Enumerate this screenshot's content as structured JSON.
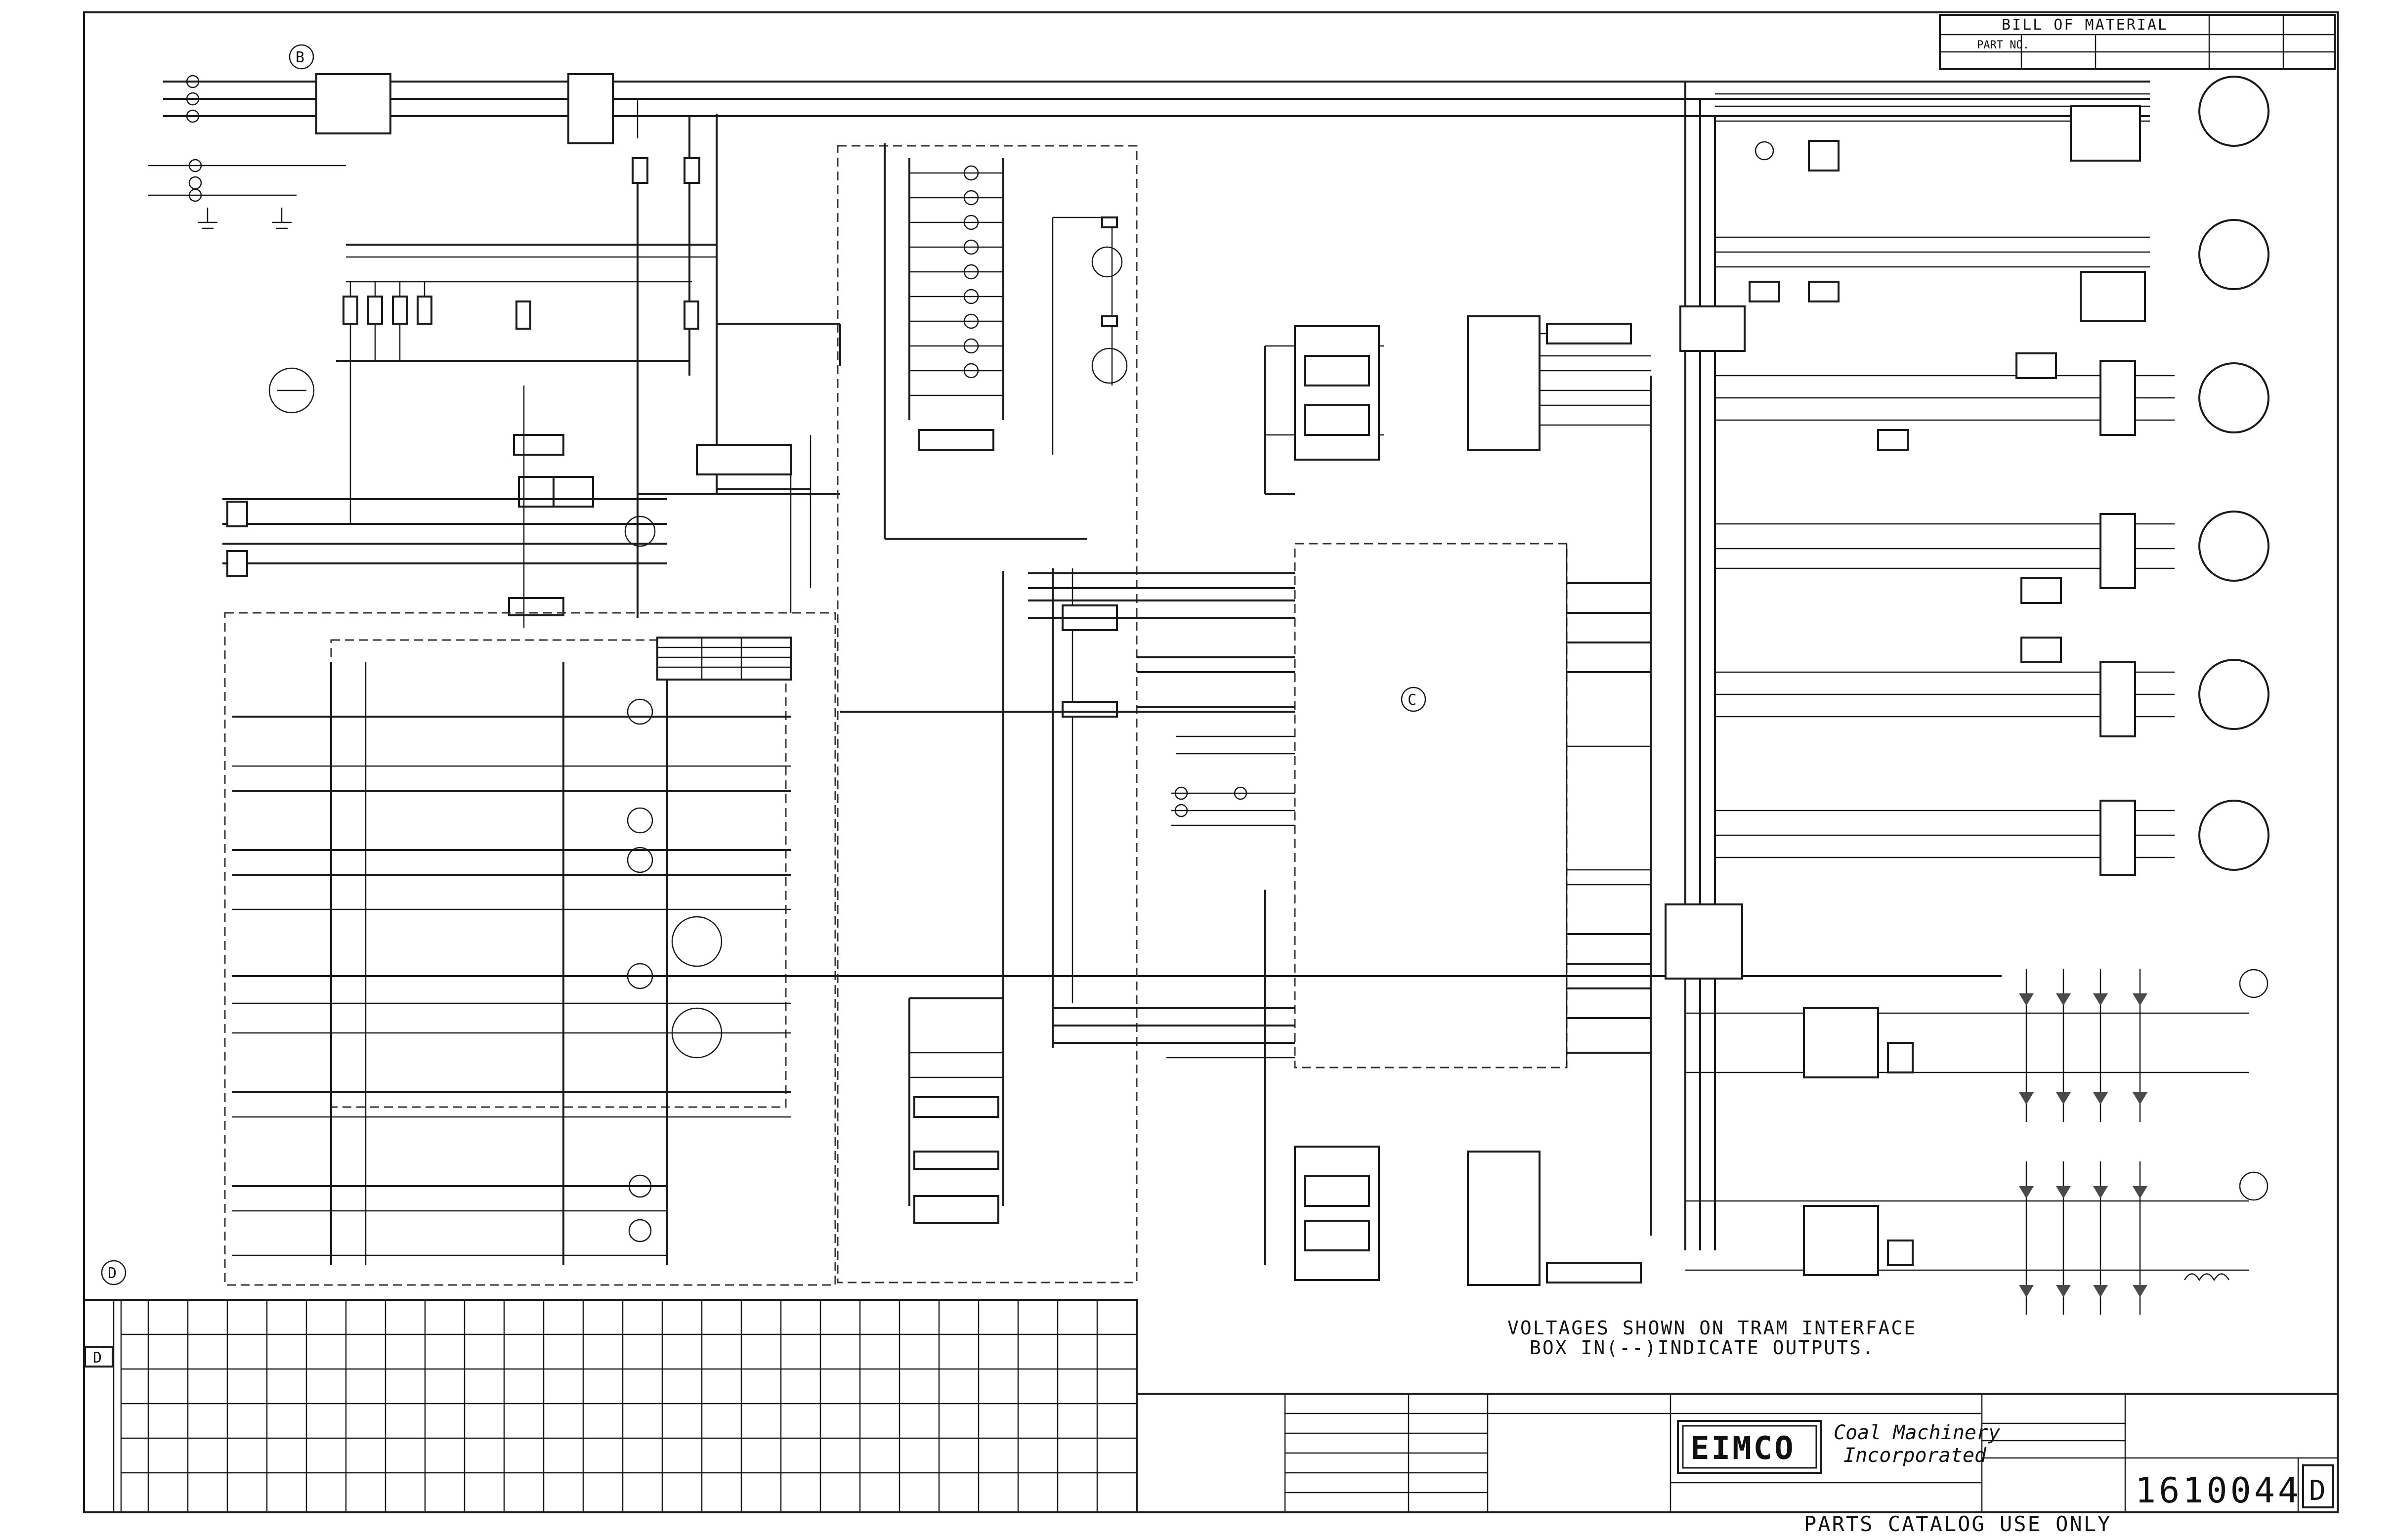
{
  "title_block": {
    "company_logo": "EIMCO",
    "company_name_1": "Coal Machinery",
    "company_name_2": "Incorporated",
    "drawing_number": "1610044",
    "revision": "D",
    "revision_marker": "D"
  },
  "bill_of_material": {
    "title": "BILL OF MATERIAL",
    "part_no_label": "PART NO."
  },
  "notes": {
    "voltage_line1": "VOLTAGES SHOWN ON TRAM INTERFACE",
    "voltage_line2": "BOX IN(--)INDICATE OUTPUTS."
  },
  "footer": {
    "catalog_notice": "PARTS CATALOG USE ONLY"
  },
  "markers": {
    "b": "B",
    "c": "C",
    "d": "D"
  },
  "colors": {
    "ink": "#1a1a1a",
    "paper": "#ffffff"
  }
}
